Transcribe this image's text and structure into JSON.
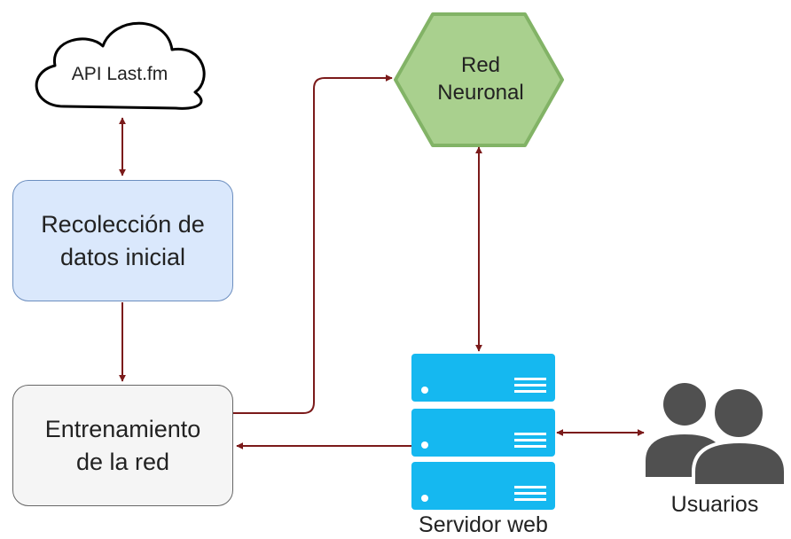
{
  "nodes": {
    "api": "API Last.fm",
    "recoleccion": "Recolección de\ndatos inicial",
    "entrenamiento": "Entrenamiento\nde la red",
    "red_neuronal": "Red\nNeuronal",
    "servidor": "Servidor web",
    "usuarios": "Usuarios"
  },
  "colors": {
    "arrow": "#7b1a1a",
    "recoleccion_fill": "#dae8fc",
    "recoleccion_stroke": "#6c8ebf",
    "entrenamiento_fill": "#f5f5f5",
    "entrenamiento_stroke": "#666666",
    "red_fill": "#a9d08e",
    "red_stroke": "#82b366",
    "server_fill": "#15b8f0",
    "users_fill": "#505050"
  },
  "icons": {
    "api": "cloud-icon",
    "servidor": "server-rack-icon",
    "usuarios": "users-icon"
  }
}
